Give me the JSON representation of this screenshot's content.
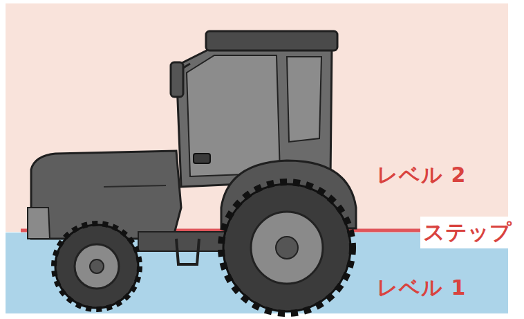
{
  "diagram": {
    "nodes": [
      {
        "text": [
          "レベル 2"
        ]
      },
      {
        "text": [
          "レベル 1"
        ]
      }
    ],
    "labels": [
      "ステップ"
    ]
  }
}
